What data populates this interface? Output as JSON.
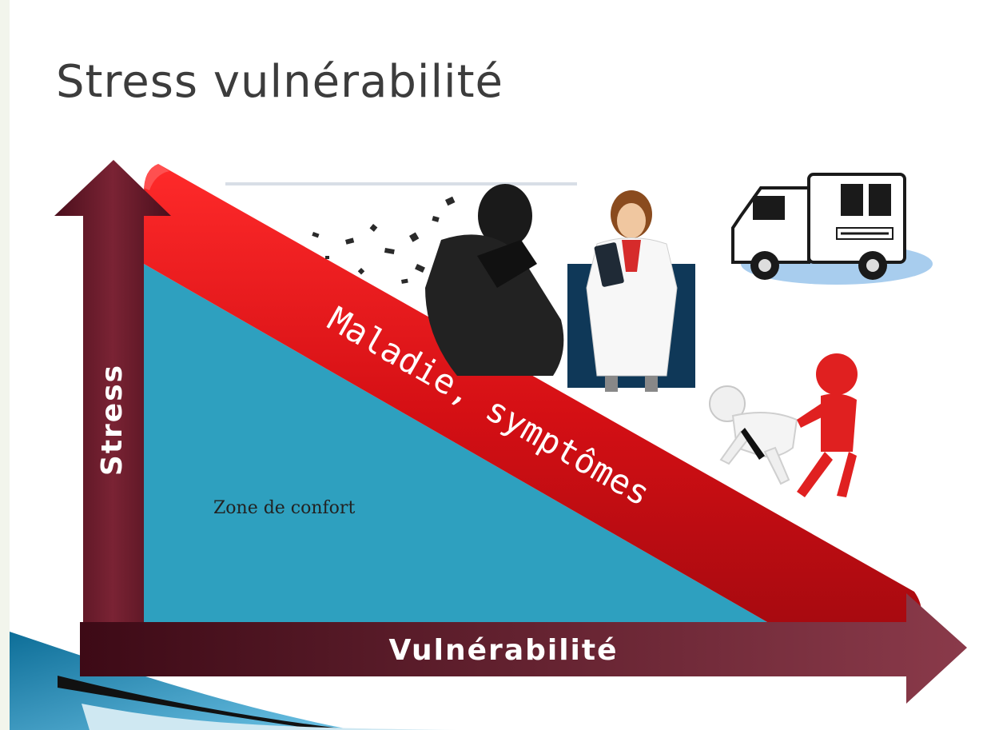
{
  "slide": {
    "title": "Stress vulnérabilité"
  },
  "diagram": {
    "y_axis_label": "Stress",
    "x_axis_label": "Vulnérabilité",
    "band_label": "Maladie, symptômes",
    "zone_label": "Zone de confort",
    "illustrations": [
      "distressed-person-icon",
      "doctor-icon",
      "ambulance-icon",
      "red-figure-pushing-white-figure-icon"
    ],
    "colors": {
      "axis": "#6e1a2a",
      "zone": "#2ea0bf",
      "band": "#e0171c",
      "accent_blue": "#1b8ab8"
    }
  }
}
